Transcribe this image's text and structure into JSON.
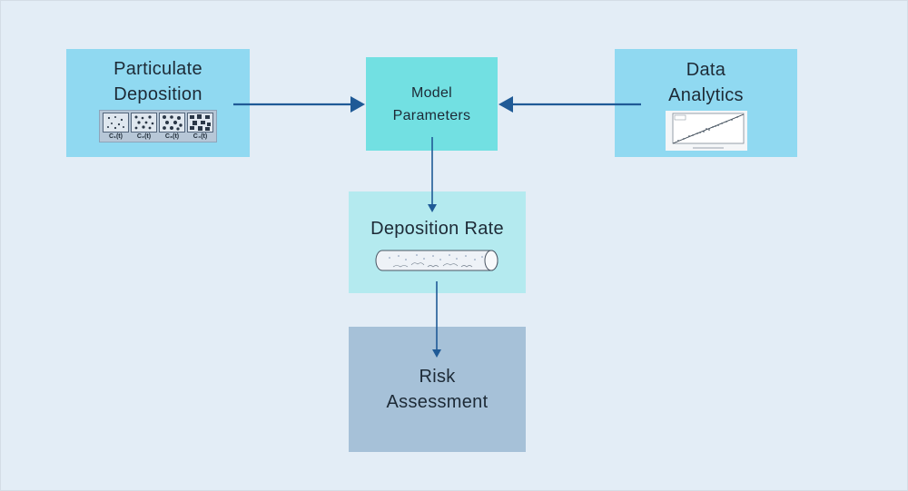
{
  "nodes": {
    "particulate": {
      "title_line1": "Particulate",
      "title_line2": "Deposition",
      "labels": [
        "C₁(t)",
        "C₂(t)",
        "C₃(t)",
        "C₄(t)"
      ]
    },
    "model": {
      "title_line1": "Model",
      "title_line2": "Parameters"
    },
    "analytics": {
      "title_line1": "Data",
      "title_line2": "Analytics"
    },
    "deposition": {
      "title": "Deposition Rate"
    },
    "risk": {
      "title_line1": "Risk",
      "title_line2": "Assessment"
    }
  },
  "edges": [
    {
      "from": "Particulate Deposition",
      "to": "Model Parameters"
    },
    {
      "from": "Data Analytics",
      "to": "Model Parameters"
    },
    {
      "from": "Model Parameters",
      "to": "Deposition Rate"
    },
    {
      "from": "Deposition Rate",
      "to": "Risk Assessment"
    }
  ],
  "colors": {
    "background": "#e3edf6",
    "input_box": "#90d9f1",
    "model_box": "#72e0e2",
    "rate_box": "#b4eaef",
    "risk_box": "#a6c1d8",
    "arrow": "#1f5a96"
  }
}
